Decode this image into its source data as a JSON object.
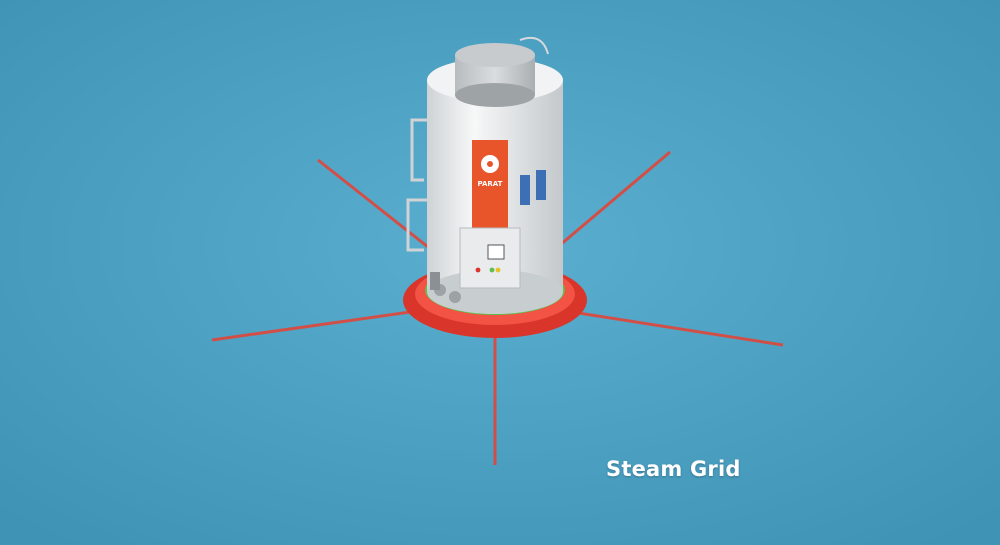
{
  "caption": "Steam Grid",
  "brand": {
    "logo_text": "PARAT",
    "accent": "#e8552a"
  },
  "colors": {
    "background": "#4fa3c3",
    "ring": "#d9352b",
    "ground": "#5fbf4a",
    "pipe": "#e0463a",
    "boiler_body": "#eceeef",
    "valve": "#3d6fb5"
  },
  "icons": [
    "boiler",
    "factory-icon"
  ]
}
